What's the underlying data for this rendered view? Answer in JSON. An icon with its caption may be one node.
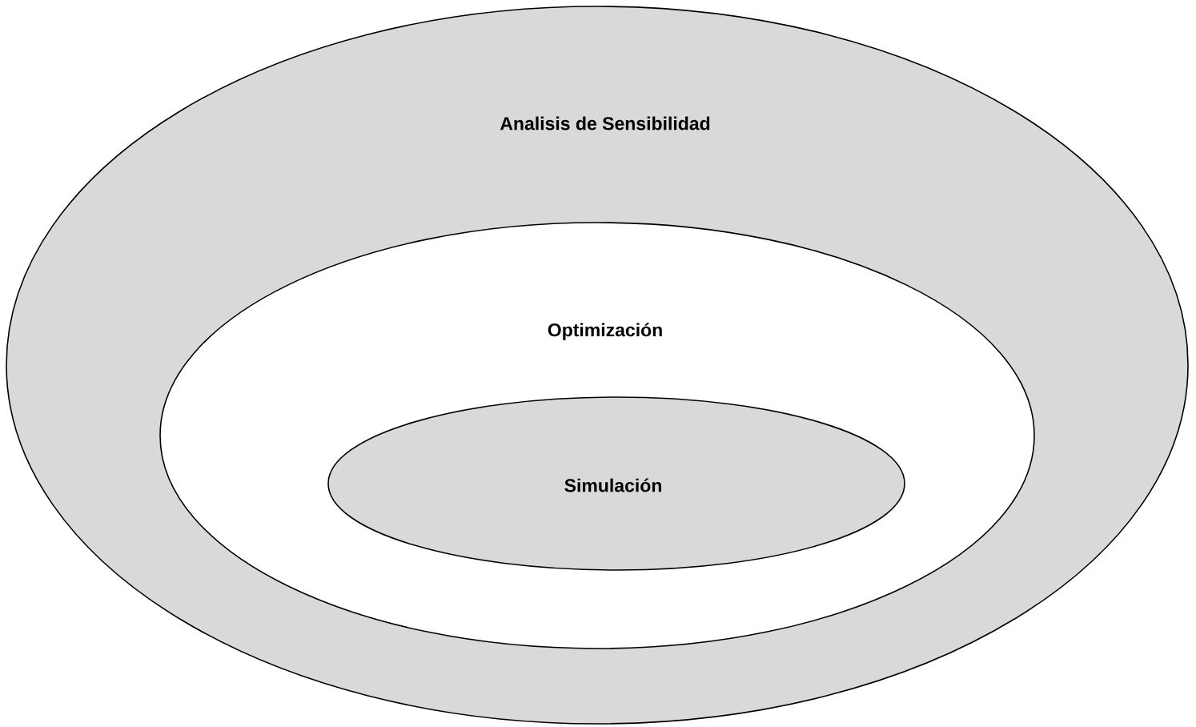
{
  "diagram": {
    "nodes": [
      {
        "text": [
          "Analisis de Sensibilidad"
        ]
      },
      {
        "text": [
          "Optimización"
        ],
        "in": 0
      },
      {
        "text": [
          "Simulación"
        ],
        "in": 1
      }
    ]
  }
}
